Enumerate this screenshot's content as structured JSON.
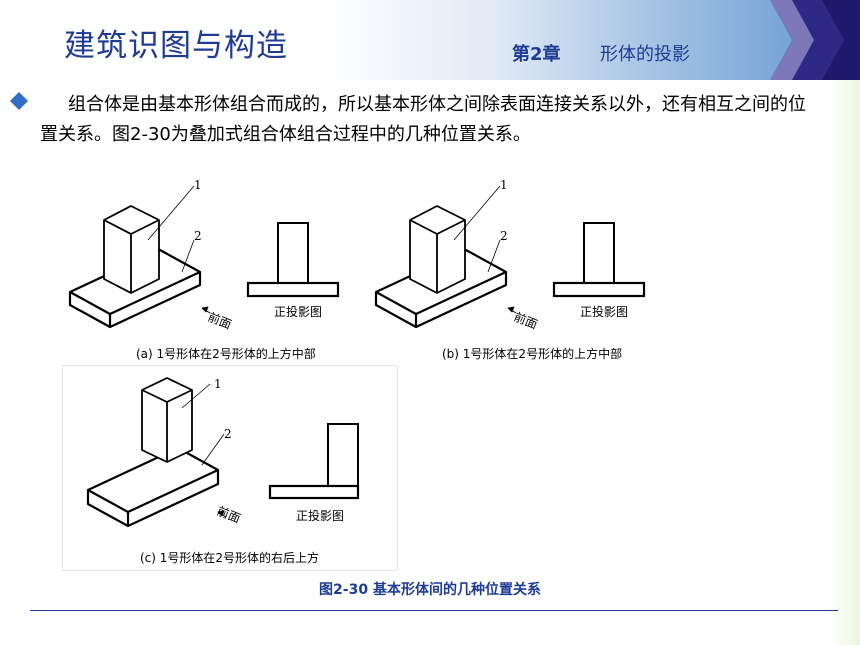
{
  "header": {
    "title": "建筑识图与构造",
    "chapter": "第2章",
    "chapter_title": "形体的投影"
  },
  "paragraph": "组合体是由基本形体组合而成的，所以基本形体之间除表面连接关系以外，还有相互之间的位置关系。图2-30为叠加式组合体组合过程中的几种位置关系。",
  "figures": {
    "num1": "1",
    "num2": "2",
    "front_label": "前面",
    "projection_label": "正投影图",
    "caption_a": "(a) 1号形体在2号形体的上方中部",
    "caption_b": "(b) 1号形体在2号形体的上方中部",
    "caption_c": "(c) 1号形体在2号形体的右后上方"
  },
  "figure_caption": "图2-30 基本形体间的几种位置关系",
  "colors": {
    "accent": "#1f3c95",
    "bullet": "#2f6fc9",
    "header_dark": "#1d1a6e"
  }
}
